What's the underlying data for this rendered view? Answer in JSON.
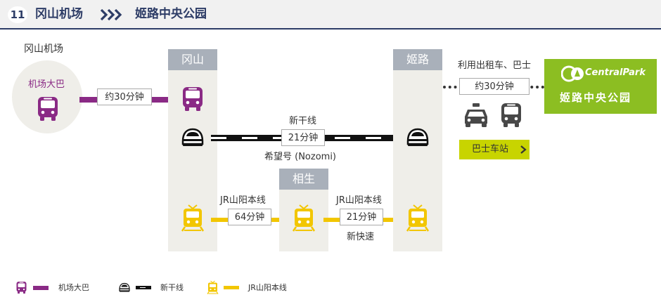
{
  "header": {
    "number": "11",
    "origin": "冈山机场",
    "destination": "姬路中央公园"
  },
  "airport": {
    "label": "冈山机场",
    "bus_label": "机场大巴"
  },
  "okayama": {
    "name": "冈山"
  },
  "himeji": {
    "name": "姬路"
  },
  "aioi": {
    "name": "相生"
  },
  "bus_time": "约30分钟",
  "shinkansen": {
    "line": "新干线",
    "time": "21分钟",
    "train": "希望号 (Nozomi)"
  },
  "jr1": {
    "line": "JR山阳本线",
    "time": "64分钟"
  },
  "jr2": {
    "line": "JR山阳本线",
    "time": "21分钟",
    "type": "新快速"
  },
  "taxi": {
    "label": "利用出租车、巴士",
    "time": "约30分钟"
  },
  "bus_stop": "巴士车站",
  "park": {
    "logo": "CentralPark",
    "name": "姬路中央公园"
  },
  "legend": {
    "bus": "机场大巴",
    "shinkansen": "新干线",
    "jr": "JR山阳本线"
  },
  "colors": {
    "header_bg": "#f1f1f1",
    "navy": "#2d3c66",
    "purple": "#8a2a85",
    "yellow": "#f2c600",
    "green": "#8cbe22",
    "column": "#efeee9",
    "column_header": "#a9b0ba",
    "lime": "#c8d400"
  }
}
